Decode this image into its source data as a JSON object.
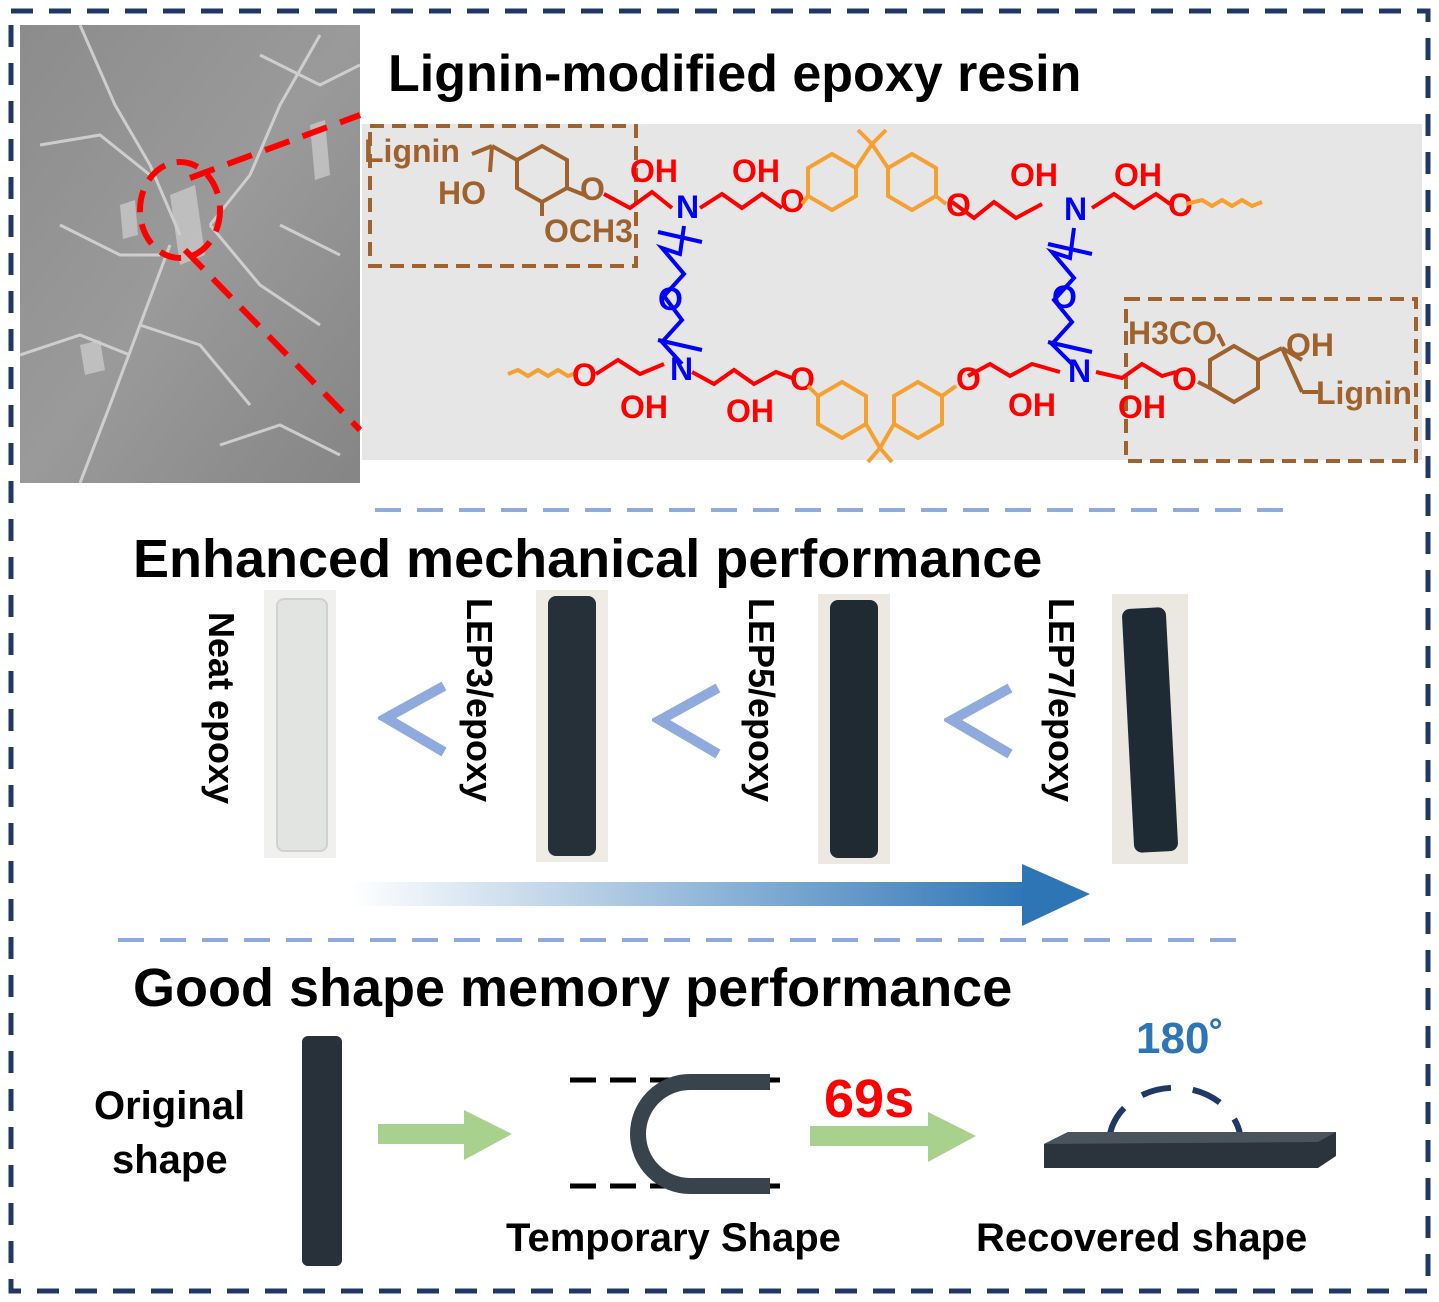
{
  "sections": {
    "resin": {
      "title": "Lignin-modified epoxy resin",
      "structure_labels": {
        "lignin_left": "Lignin",
        "lignin_right": "Lignin",
        "ho": "HO",
        "och3": "OCH3",
        "h3co": "H3CO",
        "oh": "OH",
        "n": "N",
        "o": "O"
      }
    },
    "mechanical": {
      "title": "Enhanced mechanical performance",
      "comparison_symbol": "<",
      "samples": [
        {
          "label": "Neat epoxy"
        },
        {
          "label": "LEP3/epoxy"
        },
        {
          "label": "LEP5/epoxy"
        },
        {
          "label": "LEP7/epoxy"
        }
      ]
    },
    "shape_memory": {
      "title": "Good shape memory performance",
      "original_line1": "Original",
      "original_line2": "shape",
      "temporary": "Temporary Shape",
      "time": "69s",
      "recovered": "Recovered shape",
      "angle": "180˚"
    }
  },
  "colors": {
    "frame": "#1f3864",
    "divider": "#8faadc",
    "chain_red": "#ff0000",
    "chain_blue": "#0000ff",
    "bisphenol_orange": "#f5a030",
    "lignin_brown": "#a0622d",
    "arrow_green": "#a9d18e",
    "angle_blue": "#2e75b6",
    "time_red": "#ff0000"
  }
}
